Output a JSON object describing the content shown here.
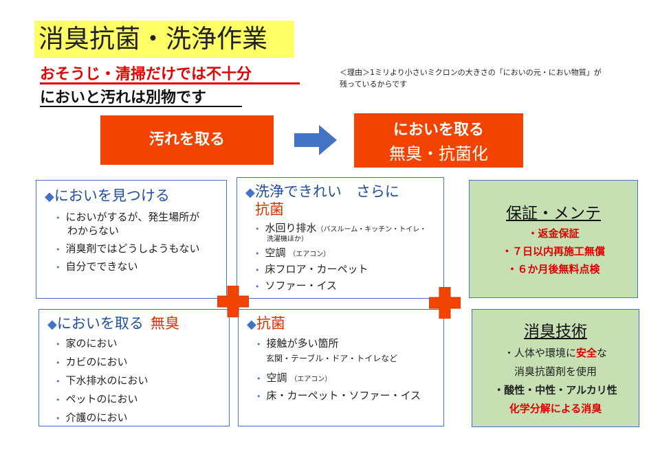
{
  "header": {
    "title": "消臭抗菌・洗浄作業",
    "subtitle_red": "おそうじ・清掃だけでは不十分",
    "subtitle_black": "においと汚れは別物です",
    "reason_line1": "＜理由＞1ミリより小さいミクロンの大きさの「においの元・におい物質」が",
    "reason_line2": "残っているからです"
  },
  "flow": {
    "left_box": "汚れを取る",
    "right_box_line1": "においを取る",
    "right_box_line2": "無臭・抗菌化"
  },
  "panels": {
    "find": {
      "heading": "においを見つける",
      "items": [
        "においがするが、発生場所が",
        "わからない",
        "消臭剤ではどうしようもない",
        "自分でできない"
      ]
    },
    "clean": {
      "heading_line1": "洗浄できれい　さらに",
      "heading_line2": "抗菌",
      "items": [
        "水回り排水",
        "（バスルーム・キッチン・トイレ・",
        "洗濯機ほか）",
        "空調",
        "（エアコン）",
        "床フロア・カーペット",
        "ソファー・イス"
      ]
    },
    "remove": {
      "heading": "においを取る",
      "heading_red": "無臭",
      "items": [
        "家のにおい",
        "カビのにおい",
        "下水排水のにおい",
        "ペットのにおい",
        "介護のにおい"
      ]
    },
    "antibac": {
      "heading": "抗菌",
      "items": [
        "接触が多い箇所",
        "玄関・テーブル・ドア・トイレなど",
        "空調",
        "（エアコン）",
        "床・カーペット・ソファー・イス"
      ]
    }
  },
  "guarantee": {
    "heading": "保証・メンテ",
    "lines": [
      "・返金保証",
      "・７日以内再施工無償",
      "・６か月後無料点検"
    ]
  },
  "tech": {
    "heading": "消臭技術",
    "line1_a": "・人体や環境に",
    "line1_red": "安全",
    "line1_b": "な",
    "line2": "消臭抗菌剤を使用",
    "line3": "・酸性・中性・アルカリ性",
    "line4": "化学分解による消臭"
  },
  "colors": {
    "accent_red": "#f24400",
    "panel_border": "#4472c4",
    "green": "#c6e0b4",
    "highlight": "#ffff66"
  }
}
